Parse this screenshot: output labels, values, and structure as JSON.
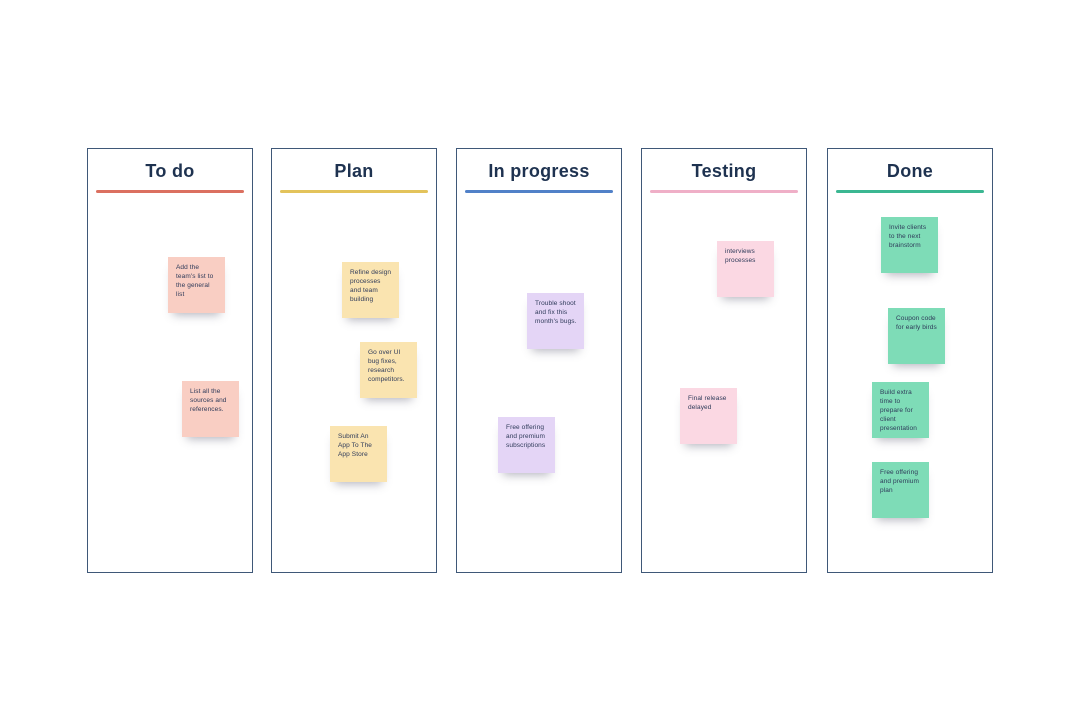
{
  "board": {
    "background_color": "#ffffff",
    "column_border_color": "#3f5878",
    "title_color": "#1e3250",
    "note_text_color": "#2e3a59",
    "columns": [
      {
        "title": "To do",
        "accent_color": "#db7060",
        "note_color": "#f9cec3",
        "notes": [
          {
            "text": "Add the team's list to the general list"
          },
          {
            "text": "List all the sources and references."
          }
        ]
      },
      {
        "title": "Plan",
        "accent_color": "#e3c35b",
        "note_color": "#fae4b0",
        "notes": [
          {
            "text": "Refine design processes and team building"
          },
          {
            "text": "Go over UI bug fixes, research competitors."
          },
          {
            "text": "Submit An App To The App Store"
          }
        ]
      },
      {
        "title": "In progress",
        "accent_color": "#5181c8",
        "note_color": "#e4d5f6",
        "notes": [
          {
            "text": "Trouble shoot and fix this month's bugs."
          },
          {
            "text": "Free offering and premium subscriptions"
          }
        ]
      },
      {
        "title": "Testing",
        "accent_color": "#efafc7",
        "note_color": "#fbd8e3",
        "notes": [
          {
            "text": "interviews processes"
          },
          {
            "text": "Final release delayed"
          }
        ]
      },
      {
        "title": "Done",
        "accent_color": "#3bb792",
        "note_color": "#7edcb7",
        "notes": [
          {
            "text": "Invite clients to the next brainstorm"
          },
          {
            "text": "Coupon code for early birds"
          },
          {
            "text": "Build extra time to prepare for client presentation"
          },
          {
            "text": "Free offering and premium plan"
          }
        ]
      }
    ]
  }
}
